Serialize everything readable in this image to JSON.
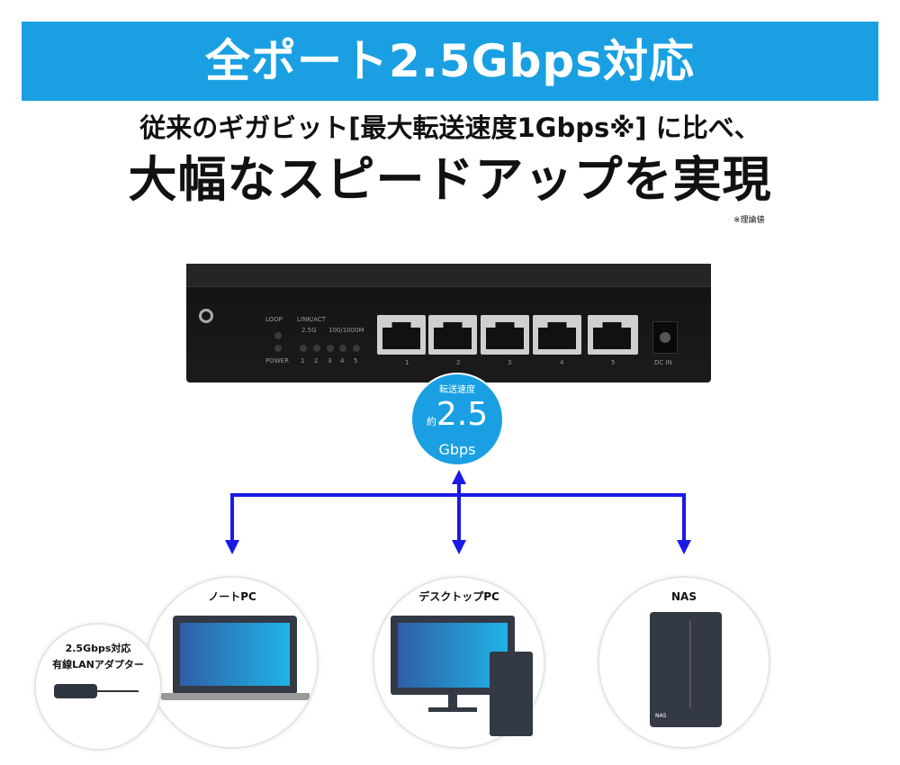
{
  "banner": {
    "title": "全ポート2.5Gbps対応"
  },
  "headline": {
    "line1": "従来のギガビット[最大転送速度1Gbps※] に比べ、",
    "line2": "大幅なスピードアップを実現",
    "note": "※理論値"
  },
  "switch": {
    "loop": "LOOP",
    "link_act": "LINK/ACT",
    "speed_2_5g": "2.5G",
    "speed_100_1000": "100/1000M",
    "power": "POWER",
    "led_numbers": [
      "1",
      "2",
      "3",
      "4",
      "5"
    ],
    "port_numbers": [
      "1",
      "2",
      "3",
      "4",
      "5"
    ],
    "dc_in": "DC IN"
  },
  "speed_bubble": {
    "label": "転送速度",
    "prefix": "約",
    "value": "2.5",
    "unit": "Gbps"
  },
  "devices": {
    "laptop": "ノートPC",
    "desktop": "デスクトップPC",
    "nas": "NAS",
    "adapter_line1": "2.5Gbps対応",
    "adapter_line2": "有線LANアダプター",
    "nas_badge": "NAS"
  },
  "colors": {
    "brand_blue": "#1aa0e2",
    "arrow_blue": "#1a1ae6"
  }
}
